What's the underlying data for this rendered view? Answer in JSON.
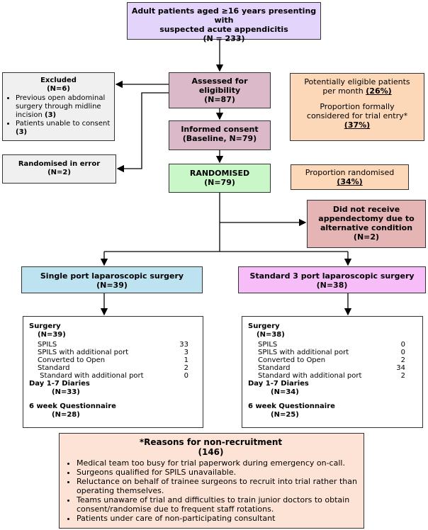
{
  "top": {
    "line1": "Adult patients aged ≥16 years presenting with",
    "line2": "suspected acute appendicitis",
    "count": "(N = 233)"
  },
  "assessed": {
    "line1": "Assessed for",
    "line2": "eligibility",
    "count": "(N=87)"
  },
  "consent": {
    "line1": "Informed consent",
    "line2": "(Baseline, N=79)"
  },
  "randomised": {
    "label": "RANDOMISED",
    "count": "(N=79)"
  },
  "excluded": {
    "title": "Excluded",
    "count": "(N=6)",
    "items": [
      {
        "text": "Previous open abdominal surgery through midline incision",
        "n": "(3)"
      },
      {
        "text": "Patients unable to consent",
        "n": "(3)"
      }
    ]
  },
  "randomised_error": {
    "title": "Randomised in error",
    "count": "(N=2)"
  },
  "eligible": {
    "line1": "Potentially eligible patients",
    "line2_prefix": "per month ",
    "pct1": "(26%)",
    "line3": "Proportion formally",
    "line4": "considered for trial entry*",
    "pct2": "(37%)"
  },
  "prop_randomised": {
    "label": "Proportion randomised",
    "pct": "(34%)"
  },
  "no_appendectomy": {
    "line1": "Did not receive",
    "line2": "appendectomy due to",
    "line3": "alternative condition",
    "count": "(N=2)"
  },
  "single_port": {
    "title": "Single port laparoscopic surgery",
    "count": "(N=39)"
  },
  "standard_port": {
    "title": "Standard 3 port laparoscopic surgery",
    "count": "(N=38)"
  },
  "left_detail": {
    "surgery_label": "Surgery",
    "surgery_n": "(N=39)",
    "rows": [
      {
        "label": "SPILS",
        "value": "33"
      },
      {
        "label": "SPILS with additional port",
        "value": "3"
      },
      {
        "label": "Converted to Open",
        "value": "1"
      },
      {
        "label": "Standard",
        "value": "2"
      },
      {
        "label": " Standard with additional port",
        "value": "0"
      }
    ],
    "diaries_label": "Day 1-7 Diaries",
    "diaries_n": "(N=33)",
    "questionnaire_label": "6 week Questionnaire",
    "questionnaire_n": "(N=28)"
  },
  "right_detail": {
    "surgery_label": "Surgery",
    "surgery_n": "(N=38)",
    "rows": [
      {
        "label": "SPILS",
        "value": "0"
      },
      {
        "label": "SPILS with additional port",
        "value": "0"
      },
      {
        "label": "Converted to Open",
        "value": "2"
      },
      {
        "label": "Standard",
        "value": "34"
      },
      {
        "label": "Standard with additional port",
        "value": "2"
      }
    ],
    "diaries_label": "Day 1-7 Diaries",
    "diaries_n": "(N=34)",
    "questionnaire_label": "6 week Questionnaire",
    "questionnaire_n": "(N=25)"
  },
  "reasons": {
    "title": "*Reasons for non-recruitment",
    "count": "(146)",
    "items": [
      "Medical team too busy for trial paperwork during emergency on-call.",
      "Surgeons qualified for SPILS unavailable.",
      "Reluctance on behalf of trainee surgeons to recruit into trial rather than operating themselves.",
      "Teams unaware of trial and difficulties to train junior doctors to obtain consent/randomise due to frequent staff rotations.",
      "Patients under care of non-participating consultant"
    ]
  },
  "colors": {
    "lavender": "#e3d4fb",
    "mauve": "#dbb9c8",
    "light_gray": "#f0f0f0",
    "light_green": "#c9f7c8",
    "peach": "#fcd7b8",
    "rose": "#e5b5b5",
    "light_blue": "#bde3f0",
    "pink": "#f7bdf9",
    "reasons_bg": "#fce3d5"
  }
}
